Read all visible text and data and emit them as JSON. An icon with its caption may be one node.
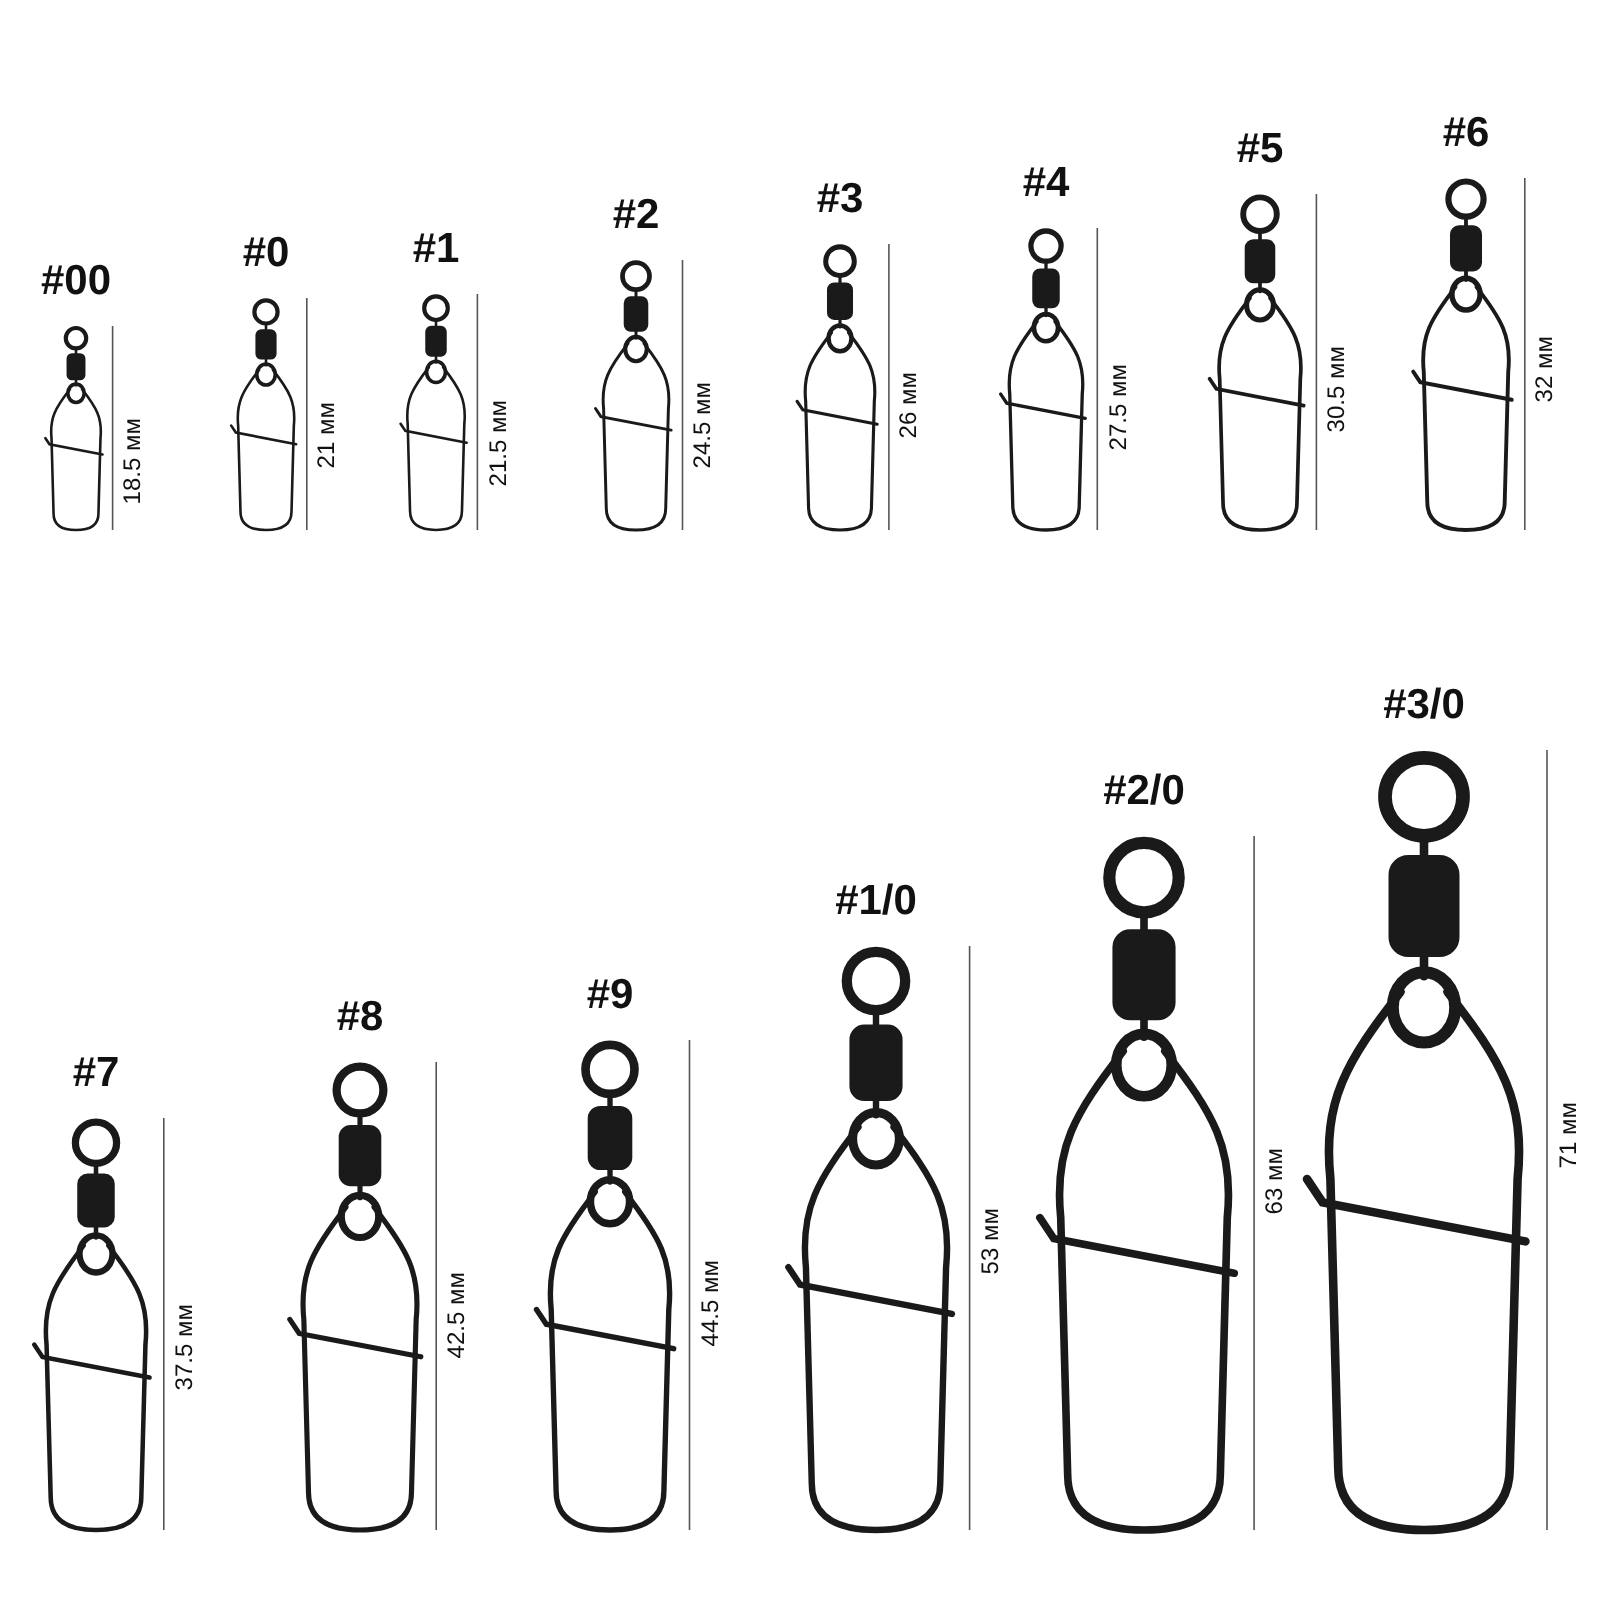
{
  "diagram": {
    "labels": [
      "#00",
      "18.5 мм",
      "#0",
      "21 мм",
      "#1",
      "21.5 мм",
      "#2",
      "24.5 мм",
      "#3",
      "26 мм",
      "#4",
      "27.5 мм",
      "#5",
      "30.5 мм",
      "#6",
      "32 мм",
      "#7",
      "37.5 мм",
      "#8",
      "42.5 мм",
      "#9",
      "44.5 мм",
      "#1/0",
      "53 мм",
      "#2/0",
      "63 мм",
      "#3/0",
      "71 мм"
    ]
  }
}
